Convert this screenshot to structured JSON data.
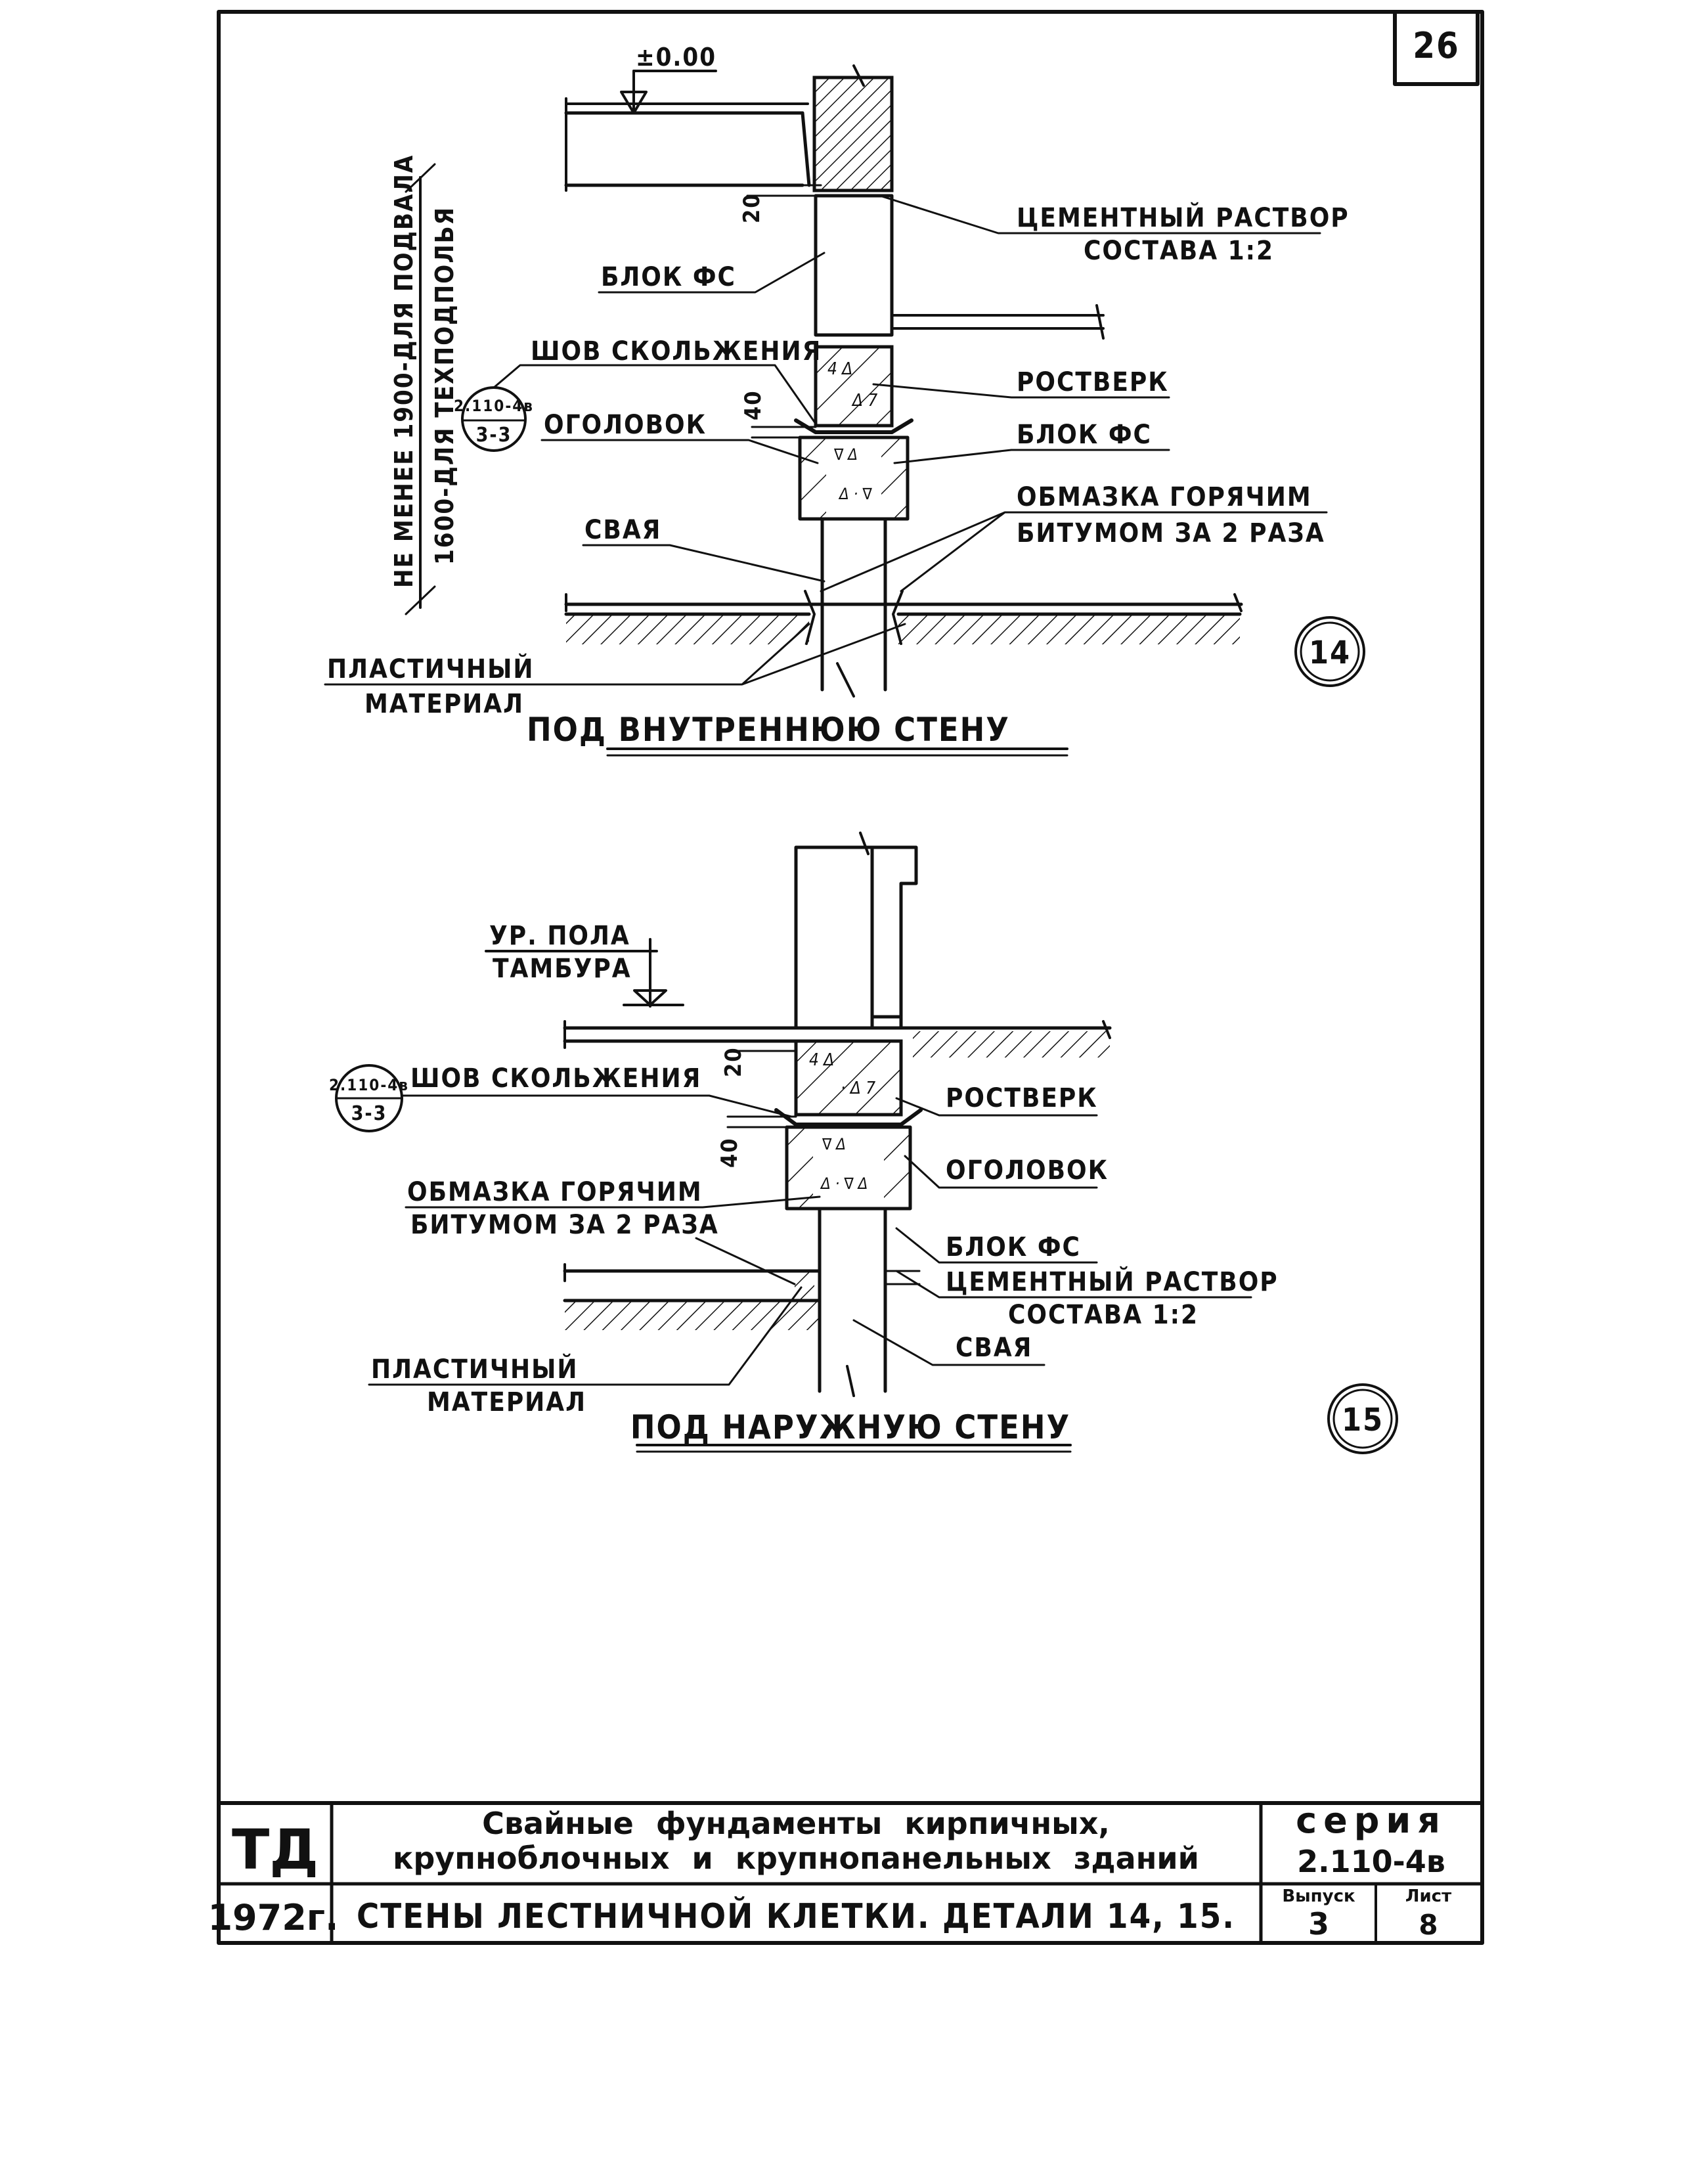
{
  "page_number": "26",
  "detail_14": {
    "number": "14",
    "level_mark": "±0.00",
    "dim_20": "20",
    "dim_40": "40",
    "vertical_note_1": "НЕ МЕНЕЕ 1900-ДЛЯ ПОДВАЛА",
    "vertical_note_2": "1600-ДЛЯ ТЕХПОДПОЛЬЯ",
    "ref_top": "2.110-4в",
    "ref_bottom": "3-3",
    "label_cement_1": "ЦЕМЕНТНЫЙ РАСТВОР",
    "label_cement_2": "СОСТАВА 1:2",
    "label_block_left": "БЛОК ФС",
    "label_slide_seam": "ШОВ СКОЛЬЖЕНИЯ",
    "label_grillage": "РОСТВЕРК",
    "label_block_right": "БЛОК ФС",
    "label_pile_cap": "ОГОЛОВОК",
    "label_bitumen_1": "ОБМАЗКА ГОРЯЧИМ",
    "label_bitumen_2": "БИТУМОМ ЗА 2 РАЗА",
    "label_pile": "СВАЯ",
    "label_plastic_1": "ПЛАСТИЧНЫЙ",
    "label_plastic_2": "МАТЕРИАЛ",
    "caption": "ПОД ВНУТРЕННЮЮ СТЕНУ"
  },
  "detail_15": {
    "number": "15",
    "level_1": "УР. ПОЛА",
    "level_2": "ТАМБУРА",
    "dim_20": "20",
    "dim_40": "40",
    "ref_top": "2.110-4в",
    "ref_bottom": "3-3",
    "label_slide_seam": "ШОВ СКОЛЬЖЕНИЯ",
    "label_grillage": "РОСТВЕРК",
    "label_pile_cap": "ОГОЛОВОК",
    "label_bitumen_1": "ОБМАЗКА ГОРЯЧИМ",
    "label_bitumen_2": "БИТУМОМ ЗА 2 РАЗА",
    "label_block": "БЛОК ФС",
    "label_cement_1": "ЦЕМЕНТНЫЙ РАСТВОР",
    "label_cement_2": "СОСТАВА 1:2",
    "label_pile": "СВАЯ",
    "label_plastic_1": "ПЛАСТИЧНЫЙ",
    "label_plastic_2": "МАТЕРИАЛ",
    "caption": "ПОД НАРУЖНУЮ СТЕНУ"
  },
  "title_block": {
    "org": "ТД",
    "year": "1972г.",
    "title_line_1": "Свайные фундаменты кирпичных,",
    "title_line_2": "крупноблочных и крупнопанельных зданий",
    "subtitle": "СТЕНЫ ЛЕСТНИЧНОЙ КЛЕТКИ. ДЕТАЛИ 14, 15.",
    "series_label": "серия",
    "series_value": "2.110-4в",
    "issue_label": "Выпуск",
    "issue_value": "3",
    "sheet_label": "Лист",
    "sheet_value": "8"
  }
}
